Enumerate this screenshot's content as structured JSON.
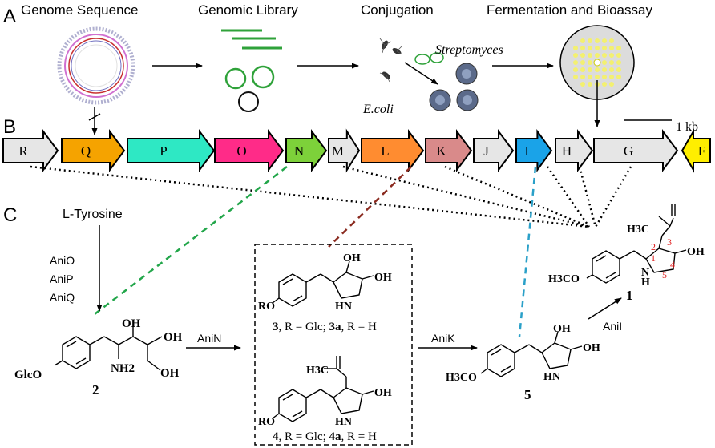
{
  "panels": {
    "a": "A",
    "b": "B",
    "c": "C"
  },
  "workflow": {
    "steps": [
      "Genome Sequence",
      "Genomic Library",
      "Conjugation",
      "Fermentation and Bioassay"
    ],
    "organisms": {
      "streptomyces": "Streptomyces",
      "ecoli": "E.coli"
    }
  },
  "gene_cluster": {
    "scale_label": "1 kb",
    "genes": [
      {
        "label": "R",
        "color": "#e6e6e6",
        "direction": "right"
      },
      {
        "label": "Q",
        "color": "#f5a300",
        "direction": "right"
      },
      {
        "label": "P",
        "color": "#2ee8c4",
        "direction": "right"
      },
      {
        "label": "O",
        "color": "#ff2b88",
        "direction": "right"
      },
      {
        "label": "N",
        "color": "#7dd13a",
        "direction": "right"
      },
      {
        "label": "M",
        "color": "#e6e6e6",
        "direction": "right"
      },
      {
        "label": "L",
        "color": "#ff8c30",
        "direction": "right"
      },
      {
        "label": "K",
        "color": "#d98a8a",
        "direction": "right"
      },
      {
        "label": "J",
        "color": "#e6e6e6",
        "direction": "right"
      },
      {
        "label": "I",
        "color": "#1aa3e8",
        "direction": "right"
      },
      {
        "label": "H",
        "color": "#e6e6e6",
        "direction": "right"
      },
      {
        "label": "G",
        "color": "#e6e6e6",
        "direction": "right"
      },
      {
        "label": "F",
        "color": "#ffee00",
        "direction": "left"
      }
    ]
  },
  "pathway": {
    "start": "L-Tyrosine",
    "enzymes_first": [
      "AniO",
      "AniP",
      "AniQ"
    ],
    "enzyme_n": "AniN",
    "enzyme_k": "AniK",
    "enzyme_i": "AniI",
    "compound_2": {
      "number": "2",
      "glc": "GlcO",
      "nh2": "NH2",
      "oh1": "OH",
      "oh2": "OH",
      "oh3": "OH"
    },
    "compound_3": {
      "oh1": "OH",
      "oh2": "OH",
      "nh": "HN",
      "ro": "RO",
      "num": "3",
      "r_glc": ", R = Glc; ",
      "num_a": "3a",
      "r_h": ", R = H"
    },
    "compound_4": {
      "h3c": "H3C",
      "oh": "OH",
      "nh": "HN",
      "ro": "RO",
      "num": "4",
      "r_glc": ", R = Glc; ",
      "num_a": "4a",
      "r_h": ", R = H"
    },
    "compound_5": {
      "number": "5",
      "oh1": "OH",
      "oh2": "OH",
      "nh": "HN",
      "h3co": "H3CO"
    },
    "compound_1": {
      "number": "1",
      "h3c": "H3C",
      "oh": "OH",
      "n": "N",
      "h": "H",
      "h3co": "H3CO",
      "positions": [
        "1",
        "2",
        "3",
        "4",
        "5"
      ]
    }
  }
}
